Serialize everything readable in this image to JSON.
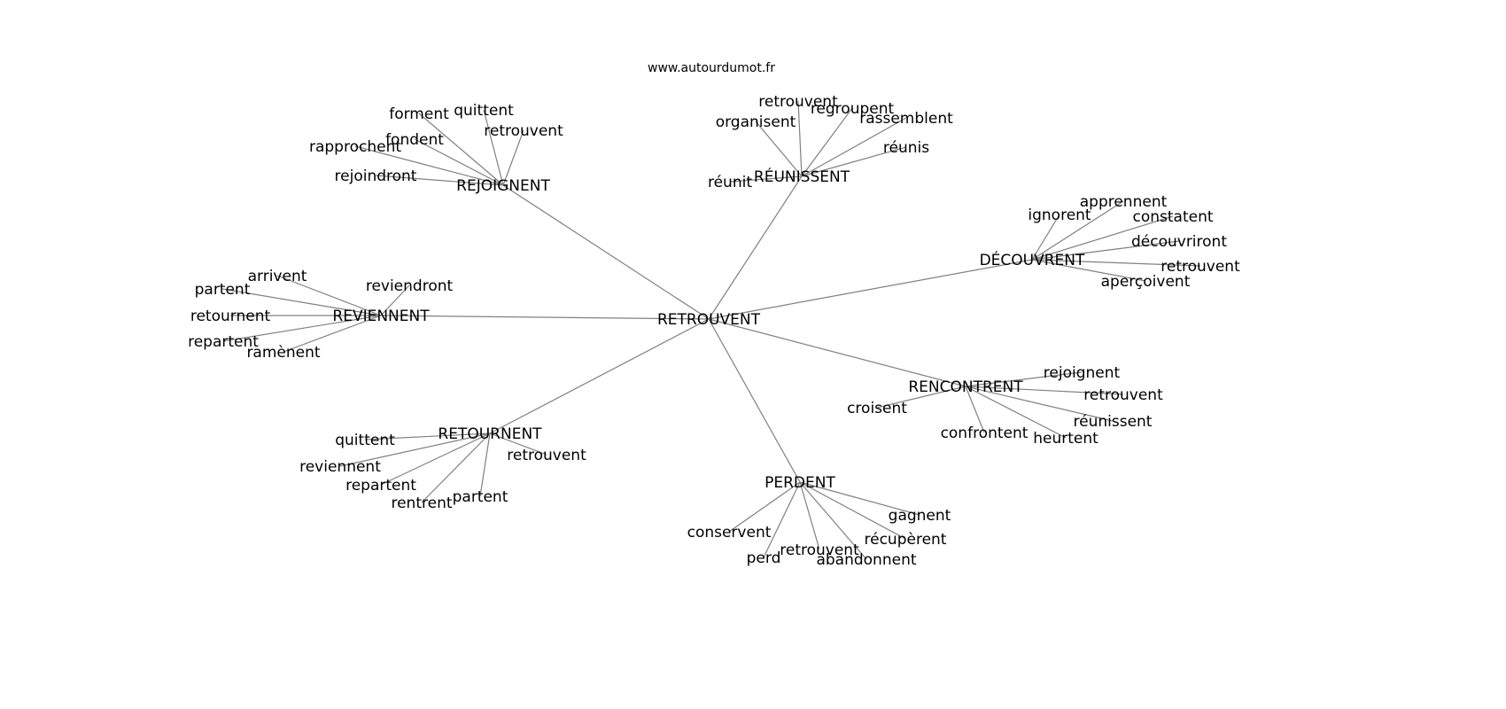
{
  "title": "www.autourdumot.fr",
  "center": "RETROUVENT",
  "groups": [
    {
      "label": "REJOIGNENT",
      "children": [
        "forment",
        "quittent",
        "retrouvent",
        "fondent",
        "rapprochent",
        "rejoindront"
      ]
    },
    {
      "label": "RÉUNISSENT",
      "children": [
        "retrouvent",
        "regroupent",
        "organisent",
        "rassemblent",
        "réunis",
        "réunit"
      ]
    },
    {
      "label": "DÉCOUVRENT",
      "children": [
        "ignorent",
        "apprennent",
        "constatent",
        "découvriront",
        "retrouvent",
        "aperçoivent"
      ]
    },
    {
      "label": "REVIENNENT",
      "children": [
        "arrivent",
        "partent",
        "reviendront",
        "retournent",
        "repartent",
        "ramènent"
      ]
    },
    {
      "label": "RENCONTRENT",
      "children": [
        "rejoignent",
        "retrouvent",
        "croisent",
        "réunissent",
        "confrontent",
        "heurtent"
      ]
    },
    {
      "label": "RETOURNENT",
      "children": [
        "quittent",
        "retrouvent",
        "reviennent",
        "repartent",
        "partent",
        "rentrent"
      ]
    },
    {
      "label": "PERDENT",
      "children": [
        "gagnent",
        "conservent",
        "récupèrent",
        "retrouvent",
        "perd",
        "abandonnent"
      ]
    }
  ],
  "colors": {
    "edge": "#808080",
    "text": "#000000"
  }
}
